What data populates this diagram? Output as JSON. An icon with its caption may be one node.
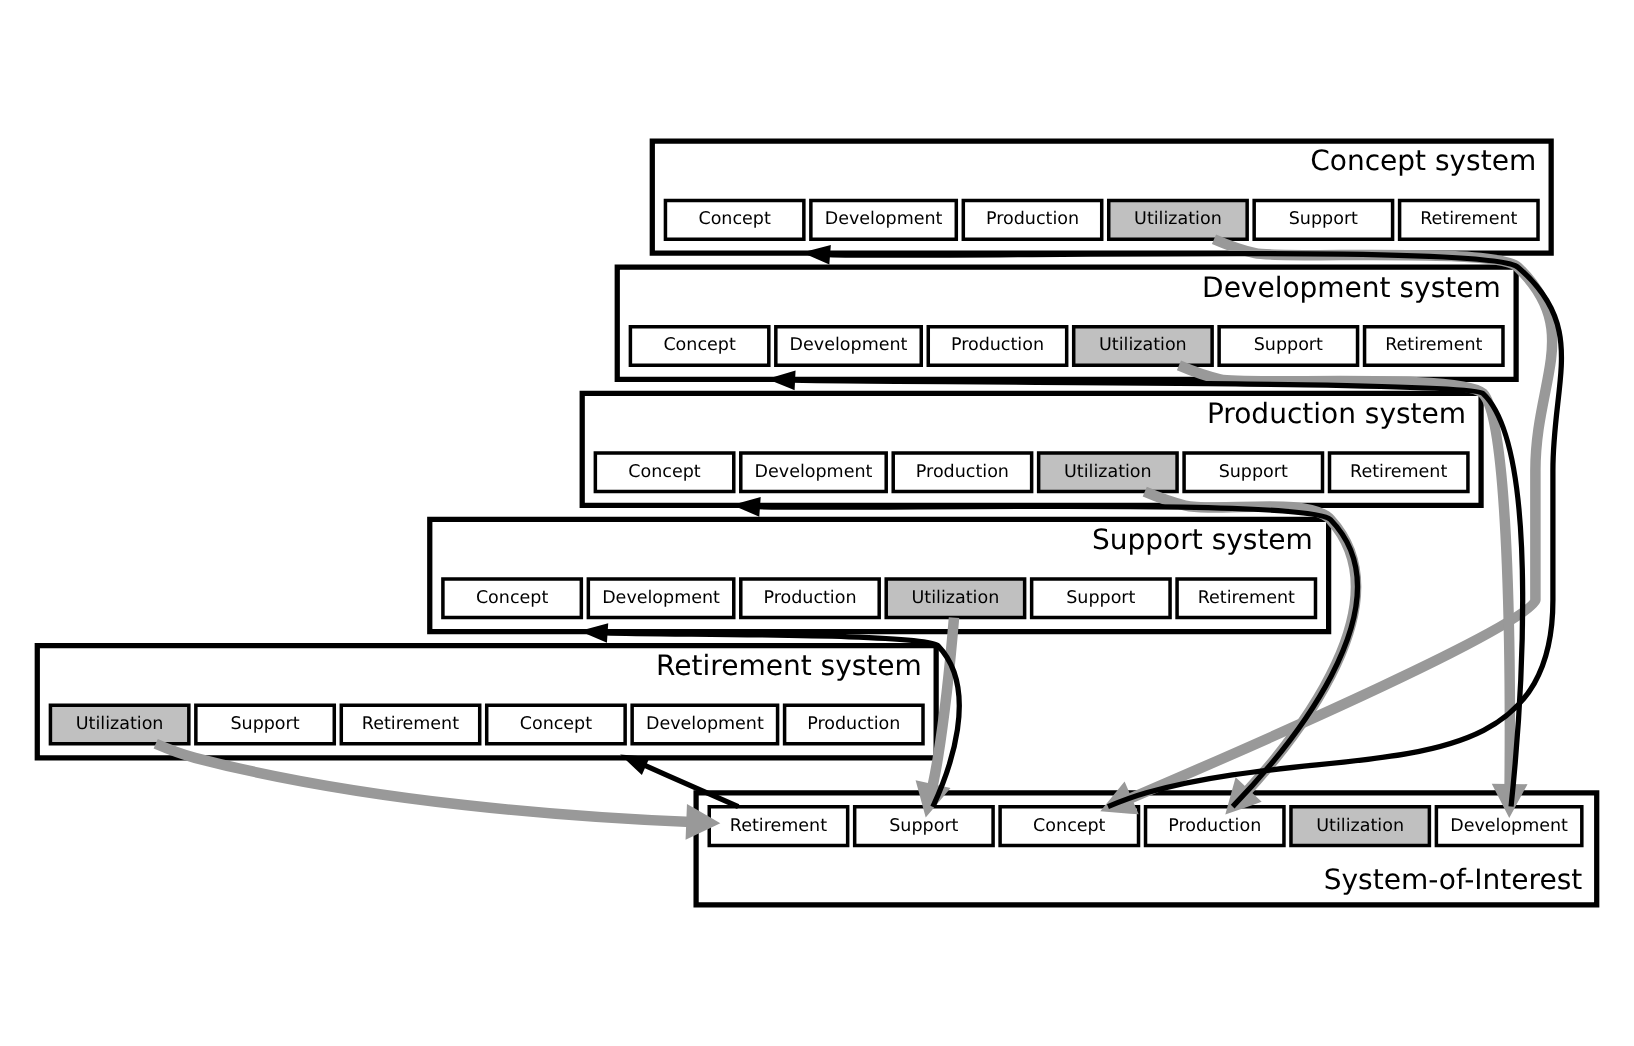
{
  "diagram": {
    "nodes": [
      {
        "text": [
          "Concept system"
        ]
      },
      {
        "text": [
          "Concept"
        ],
        "in": 0
      },
      {
        "text": [
          "Development"
        ],
        "in": 0
      },
      {
        "text": [
          "Production"
        ],
        "in": 0
      },
      {
        "text": [
          "Utilization"
        ],
        "in": 0
      },
      {
        "text": [
          "Support"
        ],
        "in": 0
      },
      {
        "text": [
          "Retirement"
        ],
        "in": 0
      },
      {
        "text": [
          "Development system"
        ]
      },
      {
        "text": [
          "Concept"
        ],
        "in": 7
      },
      {
        "text": [
          "Development"
        ],
        "in": 7
      },
      {
        "text": [
          "Production"
        ],
        "in": 7
      },
      {
        "text": [
          "Utilization"
        ],
        "in": 7
      },
      {
        "text": [
          "Support"
        ],
        "in": 7
      },
      {
        "text": [
          "Retirement"
        ],
        "in": 7
      },
      {
        "text": [
          "Production system"
        ]
      },
      {
        "text": [
          "Concept"
        ],
        "in": 14
      },
      {
        "text": [
          "Development"
        ],
        "in": 14
      },
      {
        "text": [
          "Production"
        ],
        "in": 14
      },
      {
        "text": [
          "Utilization"
        ],
        "in": 14
      },
      {
        "text": [
          "Support"
        ],
        "in": 14
      },
      {
        "text": [
          "Retirement"
        ],
        "in": 14
      },
      {
        "text": [
          "Support system"
        ]
      },
      {
        "text": [
          "Concept"
        ],
        "in": 21
      },
      {
        "text": [
          "Development"
        ],
        "in": 21
      },
      {
        "text": [
          "Production"
        ],
        "in": 21
      },
      {
        "text": [
          "Utilization"
        ],
        "in": 21
      },
      {
        "text": [
          "Support"
        ],
        "in": 21
      },
      {
        "text": [
          "Retirement"
        ],
        "in": 21
      },
      {
        "text": [
          "Retirement system"
        ]
      },
      {
        "text": [
          "Concept"
        ],
        "in": 28
      },
      {
        "text": [
          "Development"
        ],
        "in": 28
      },
      {
        "text": [
          "Production"
        ],
        "in": 28
      },
      {
        "text": [
          "Utilization"
        ],
        "in": 28
      },
      {
        "text": [
          "Support"
        ],
        "in": 28
      },
      {
        "text": [
          "Retirement"
        ],
        "in": 28
      },
      {
        "text": [
          "System-of-Interest"
        ]
      },
      {
        "text": [
          "Concept"
        ],
        "in": 35
      },
      {
        "text": [
          "Development"
        ],
        "in": 35
      },
      {
        "text": [
          "Production"
        ],
        "in": 35
      },
      {
        "text": [
          "Utilization"
        ],
        "in": 35
      },
      {
        "text": [
          "Support"
        ],
        "in": 35
      },
      {
        "text": [
          "Retirement"
        ],
        "in": 35
      }
    ],
    "edges": [
      {
        "from": 4,
        "to": 36,
        "arrow": "to",
        "style": "thick",
        "color": "#999999"
      },
      {
        "from": 11,
        "to": 37,
        "arrow": "to",
        "style": "thick",
        "color": "#999999"
      },
      {
        "from": 18,
        "to": 38,
        "arrow": "to",
        "style": "thick",
        "color": "#999999"
      },
      {
        "from": 25,
        "to": 40,
        "arrow": "to",
        "style": "thick",
        "color": "#999999"
      },
      {
        "from": 32,
        "to": 41,
        "arrow": "to",
        "style": "thick",
        "color": "#999999"
      },
      {
        "from": 36,
        "to": 0,
        "arrow": "to",
        "color": "#000000"
      },
      {
        "from": 37,
        "to": 7,
        "arrow": "to",
        "color": "#000000"
      },
      {
        "from": 38,
        "to": 14,
        "arrow": "to",
        "color": "#000000"
      },
      {
        "from": 40,
        "to": 21,
        "arrow": "to",
        "color": "#000000"
      },
      {
        "from": 41,
        "to": 28,
        "arrow": "to",
        "color": "#000000"
      }
    ]
  }
}
